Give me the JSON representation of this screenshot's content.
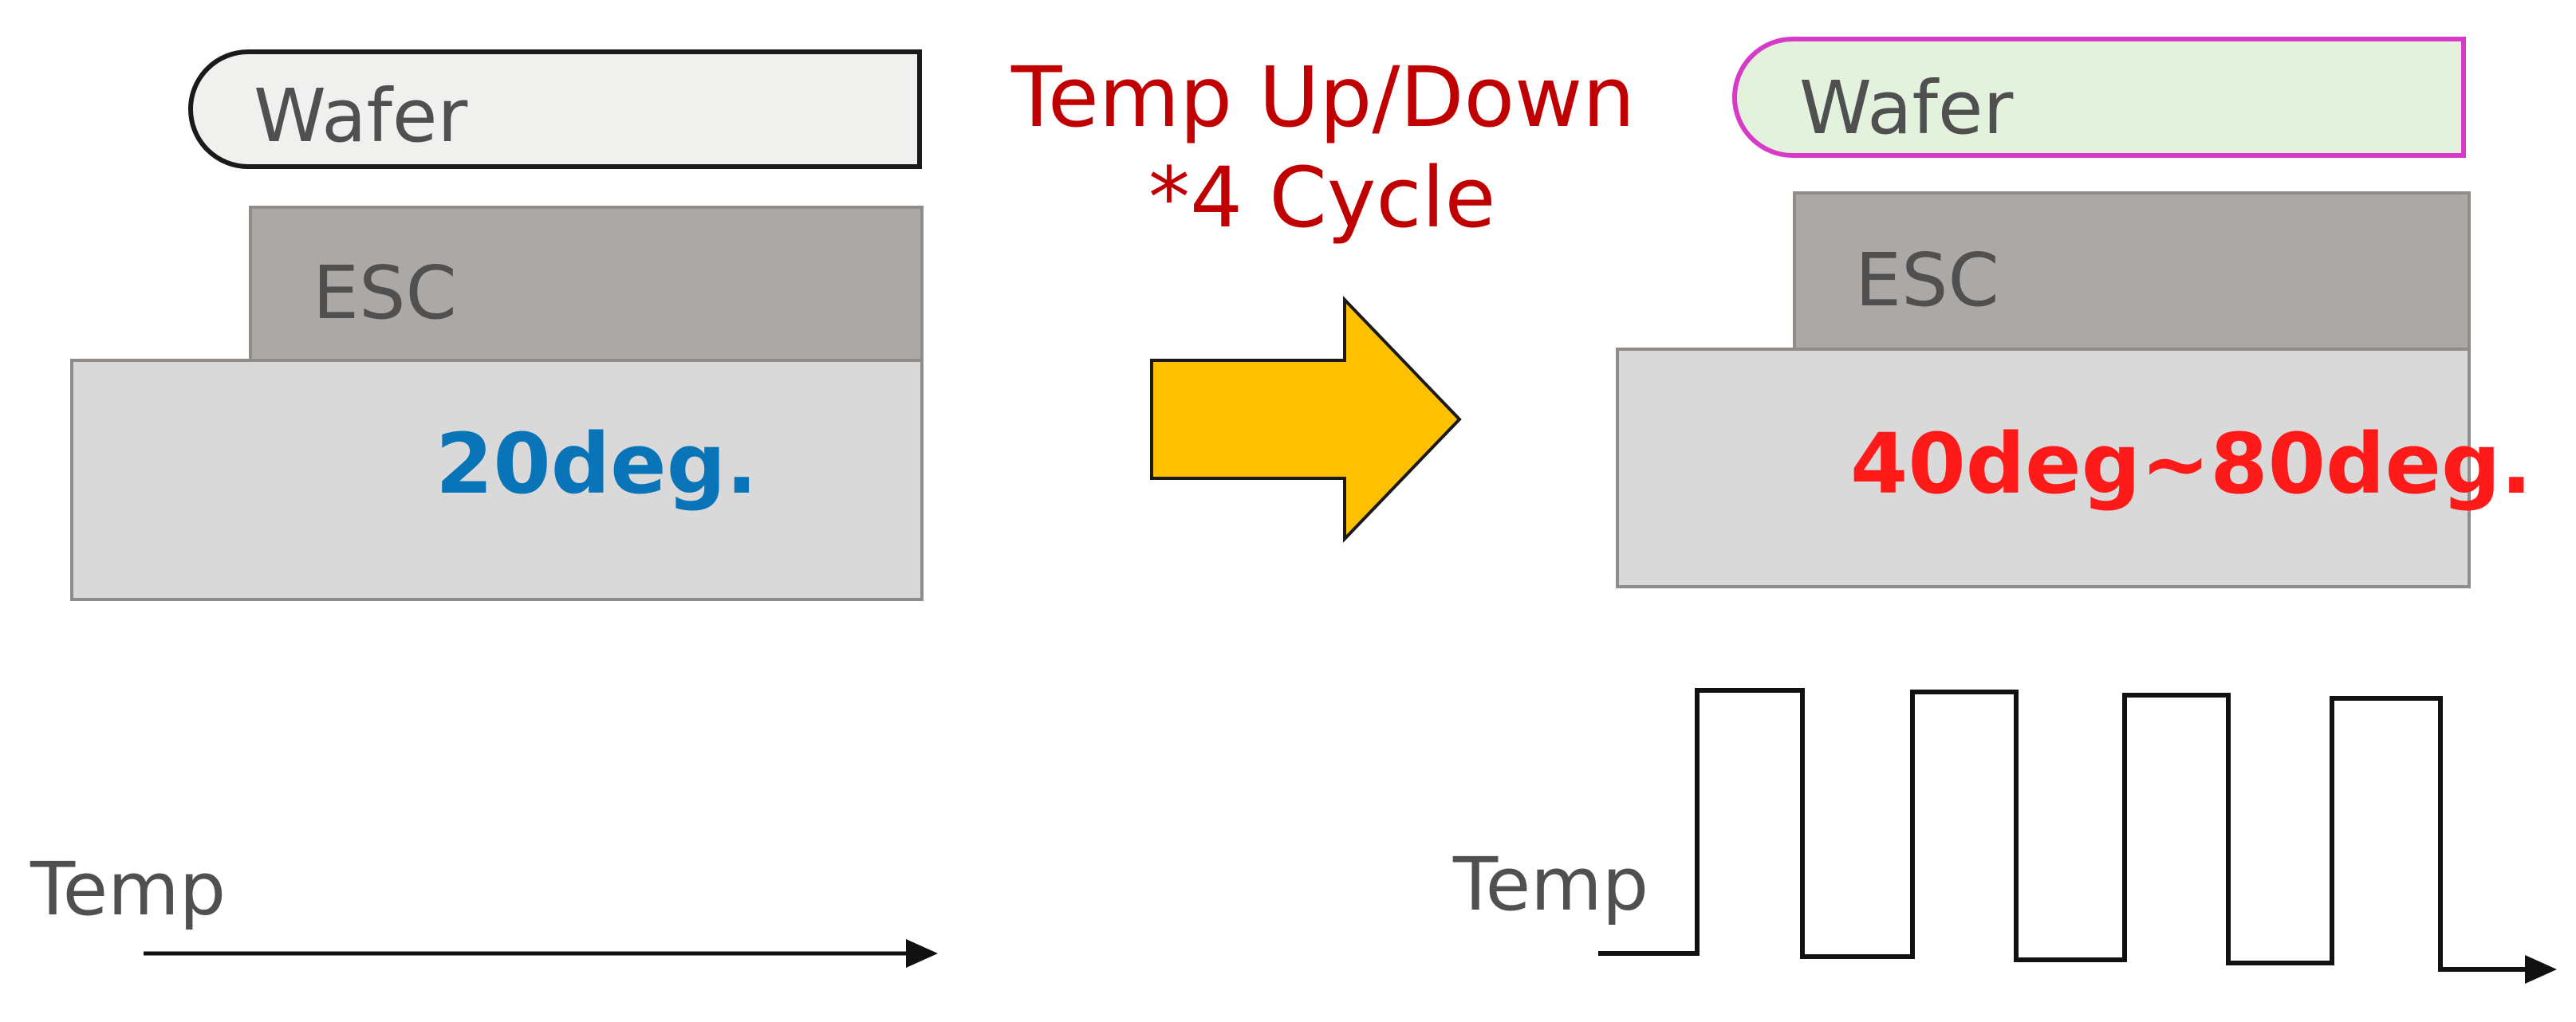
{
  "left": {
    "wafer_label": "Wafer",
    "esc_label": "ESC",
    "temperature": "20deg.",
    "axis_label": "Temp"
  },
  "process": {
    "title": "Temp Up/Down",
    "cycle": "*4 Cycle"
  },
  "right": {
    "wafer_label": "Wafer",
    "esc_label": "ESC",
    "temperature": "40deg~80deg.",
    "axis_label": "Temp"
  },
  "colors": {
    "left_temp": "#0a74b8",
    "right_temp": "#ff1a1a",
    "process_text": "#c00000",
    "arrow_fill": "#ffc000",
    "right_wafer_border": "#d73ac7",
    "right_wafer_fill": "#e3f2dc"
  }
}
